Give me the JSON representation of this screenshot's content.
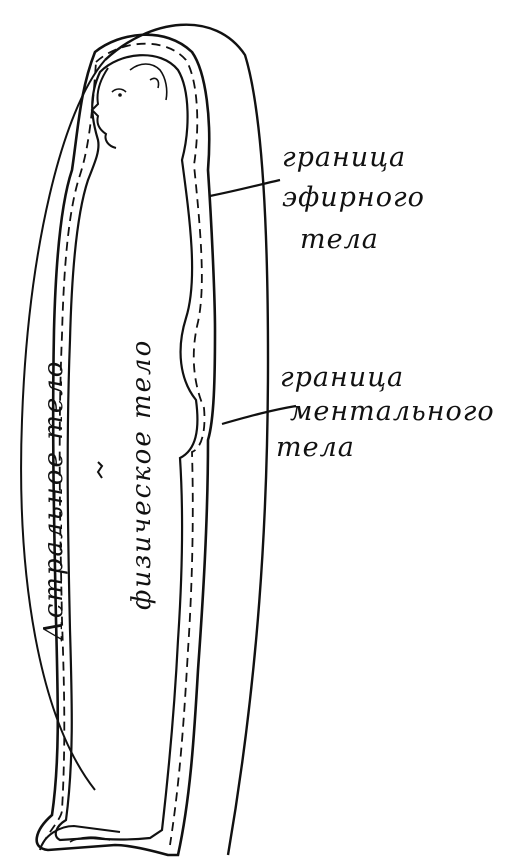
{
  "labels": {
    "etheric_line1": "граница",
    "etheric_line2": "эфирного",
    "etheric_line3": "тела",
    "mental_line1": "граница",
    "mental_line2": "ментального",
    "mental_line3": "тела",
    "astral_body": "Астральное тело",
    "physical_body": "физическое тело"
  },
  "colors": {
    "ink": "#111111",
    "paper": "#ffffff"
  }
}
